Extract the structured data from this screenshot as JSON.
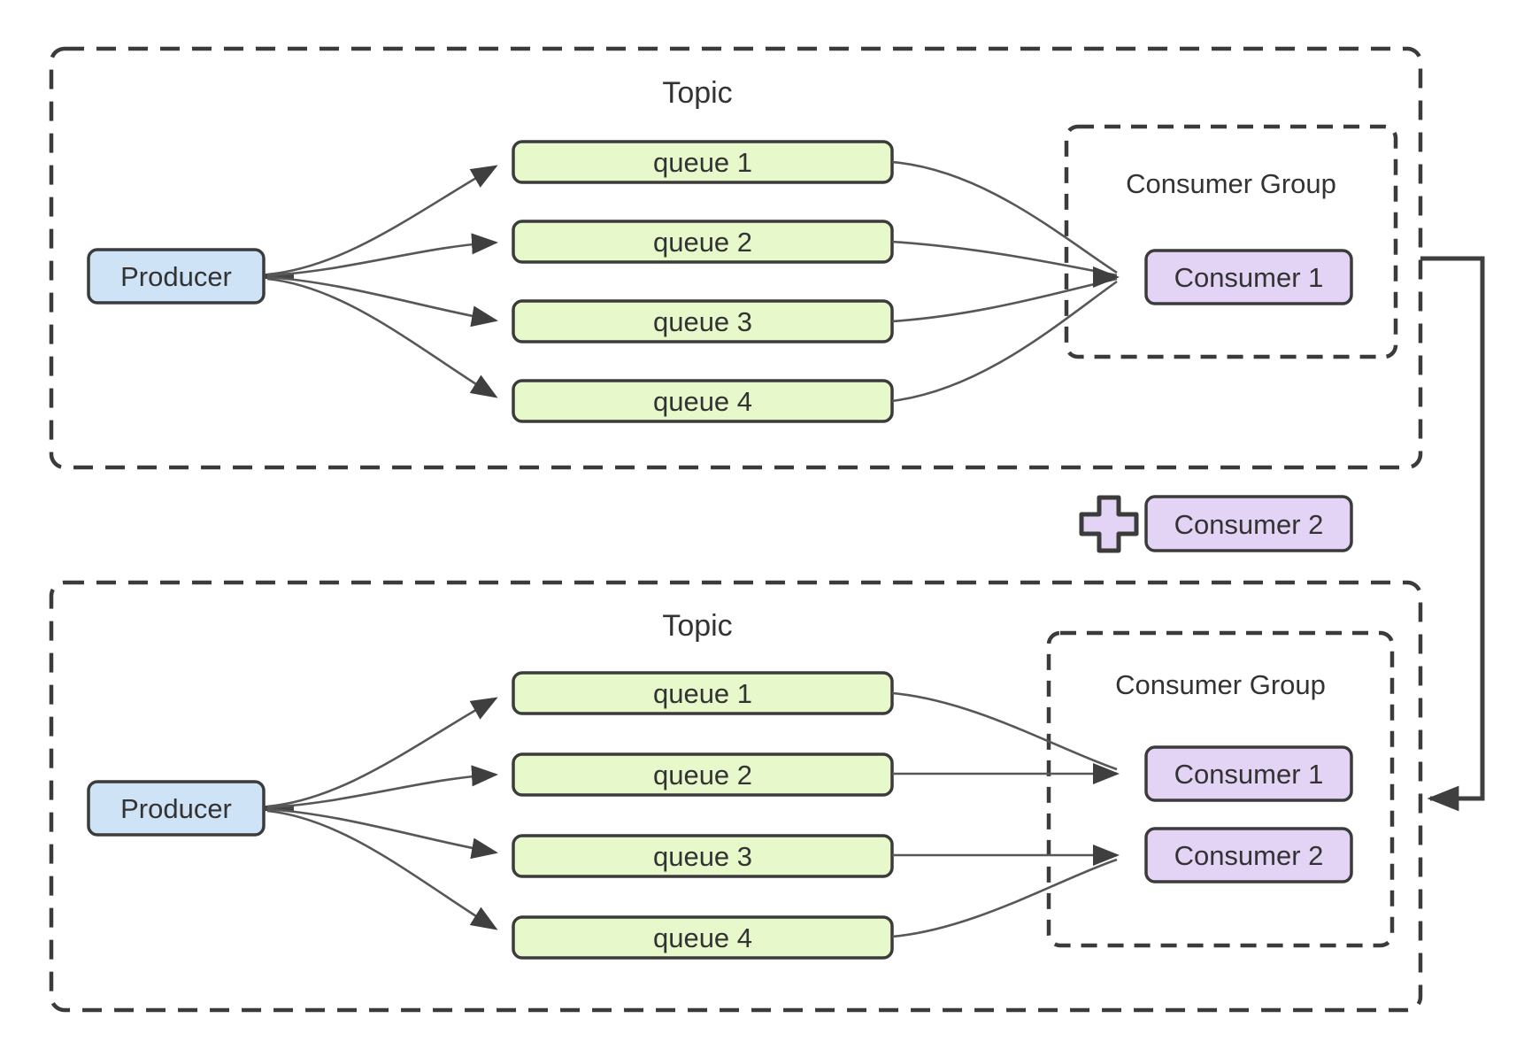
{
  "top": {
    "title": "Topic",
    "producer": "Producer",
    "queues": [
      "queue 1",
      "queue 2",
      "queue 3",
      "queue 4"
    ],
    "group_title": "Consumer Group",
    "consumers": [
      "Consumer 1"
    ]
  },
  "added": {
    "plus_icon": "plus",
    "consumer": "Consumer 2"
  },
  "bottom": {
    "title": "Topic",
    "producer": "Producer",
    "queues": [
      "queue 1",
      "queue 2",
      "queue 3",
      "queue 4"
    ],
    "group_title": "Consumer Group",
    "consumers": [
      "Consumer 1",
      "Consumer 2"
    ]
  },
  "colors": {
    "producer_fill": "#cfe3f7",
    "queue_fill": "#e7f9cb",
    "consumer_fill": "#e3d4f6",
    "outline": "#3b3b3b",
    "arrow": "#575757",
    "background": "#ffffff"
  }
}
